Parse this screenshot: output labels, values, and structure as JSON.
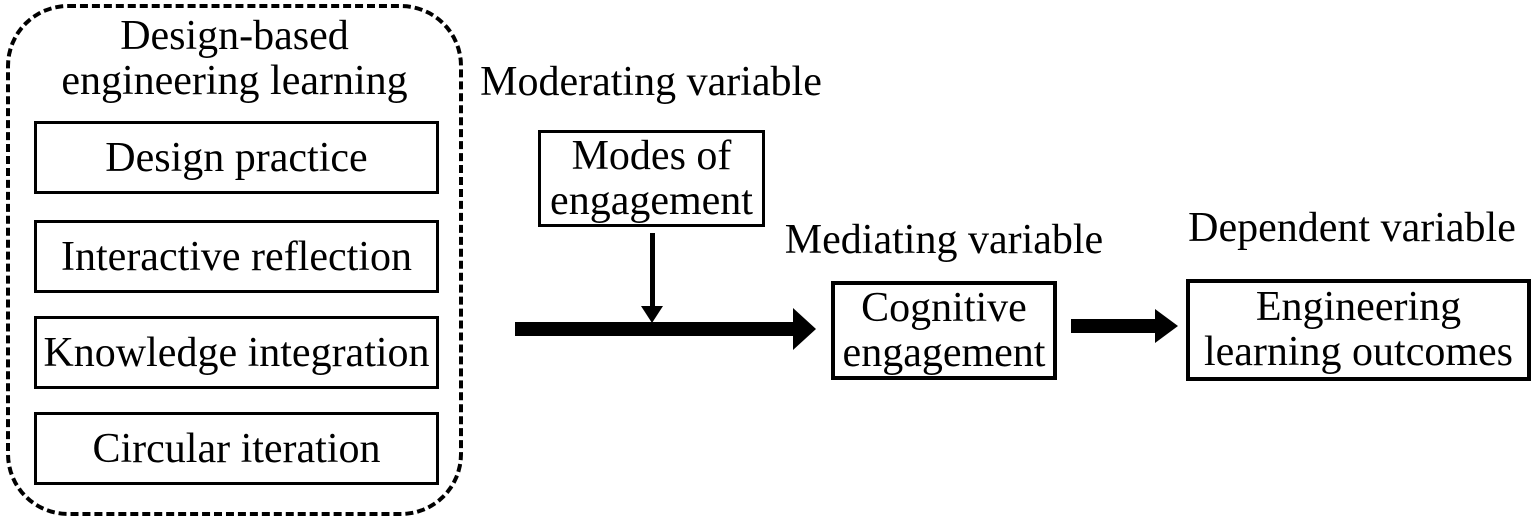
{
  "diagram": {
    "colors": {
      "ink": "#000000",
      "background": "#ffffff"
    },
    "independent_group": {
      "title_line1": "Design-based",
      "title_line2": "engineering learning",
      "items": [
        "Design practice",
        "Interactive reflection",
        "Knowledge integration",
        "Circular iteration"
      ]
    },
    "moderating": {
      "label": "Moderating variable",
      "box_line1": "Modes of",
      "box_line2": "engagement"
    },
    "mediating": {
      "label": "Mediating variable",
      "box_line1": "Cognitive",
      "box_line2": "engagement"
    },
    "dependent": {
      "label": "Dependent variable",
      "box_line1": "Engineering",
      "box_line2": "learning outcomes"
    }
  }
}
